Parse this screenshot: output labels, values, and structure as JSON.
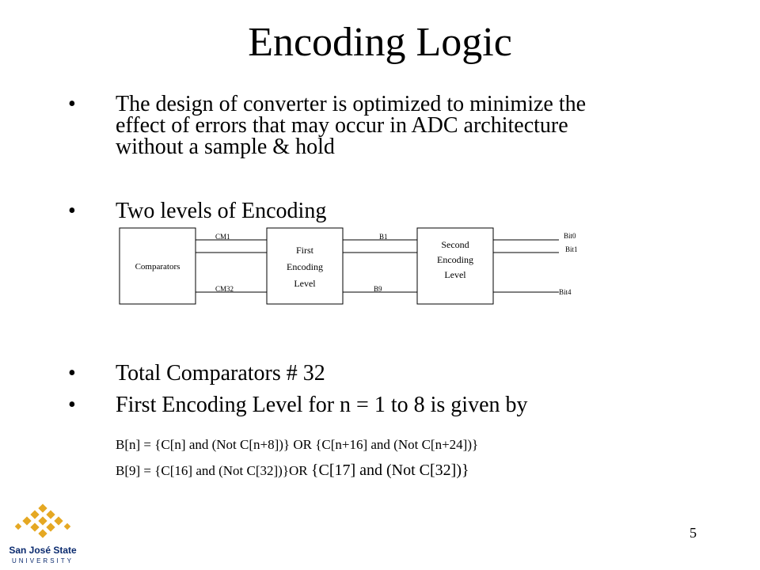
{
  "slide": {
    "title": "Encoding Logic",
    "bullets": [
      {
        "dot": "•",
        "lines": [
          "The design of converter is optimized to minimize the",
          "effect of errors that may occur in ADC architecture",
          "without a sample & hold"
        ]
      },
      {
        "dot": "•",
        "text": "Two levels of Encoding"
      },
      {
        "dot": "•",
        "text": "Total Comparators # 32"
      },
      {
        "dot": "•",
        "text": "First Encoding Level for n = 1 to 8 is given by"
      }
    ],
    "formulas": [
      "B[n] = {C[n] and (Not C[n+8])} OR {C[n+16] and (Not C[n+24])}",
      {
        "part1": "B[9] = {C[16] and (Not C[32])}OR ",
        "part2": "{C[17] and (Not C[32])}"
      }
    ],
    "page_number": "5"
  },
  "diagram": {
    "blocks": {
      "comparators": {
        "label": "Comparators"
      },
      "first_encoding": {
        "lines": [
          "First",
          "Encoding",
          "Level"
        ]
      },
      "second_encoding": {
        "lines": [
          "Second",
          "Encoding",
          "Level"
        ]
      }
    },
    "wire_labels": {
      "cm1": "CM1",
      "cm32": "CM32",
      "b1": "B1",
      "b9": "B9",
      "bit0": "Bit0",
      "bit1": "Bit1",
      "bit4": "Bit4"
    }
  },
  "logo": {
    "line1": "San José State",
    "line2": "UNIVERSITY",
    "colors": {
      "gold": "#e5a823",
      "navy": "#0a2a6e"
    }
  }
}
